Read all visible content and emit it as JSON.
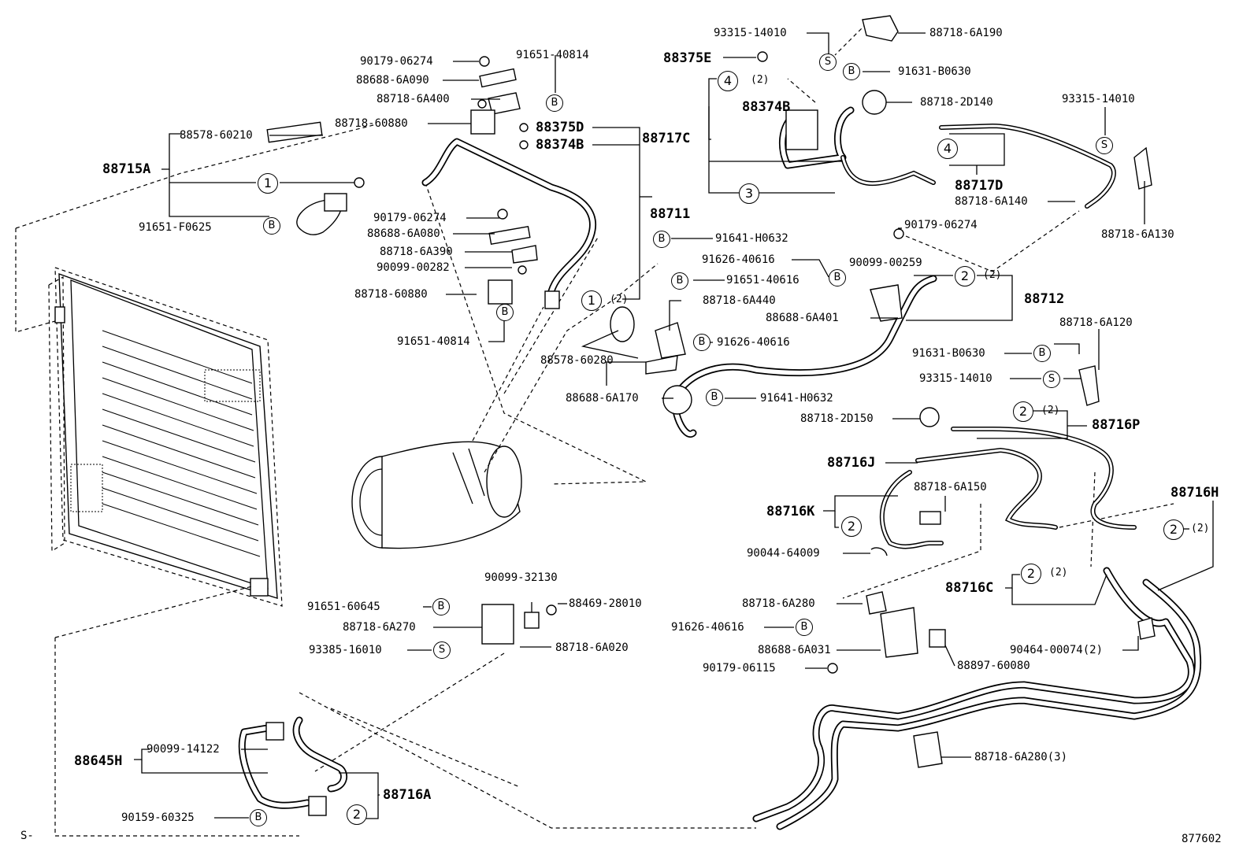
{
  "labels": {
    "l0": "93315-14010",
    "l1": "88718-6A190",
    "l2": "90179-06274",
    "l3": "91651-40814",
    "l4": "88375E",
    "l5": "88688-6A090",
    "l6": "91631-B0630",
    "l7": "88718-6A400",
    "l8": "88374B",
    "l9": "88718-2D140",
    "l10": "93315-14010",
    "l11": "88718-60880",
    "l12": "88375D",
    "l13": "88717C",
    "l14": "88578-60210",
    "l15": "88374B",
    "l16": "88715A",
    "l17": "88717D",
    "l18": "88718-6A140",
    "l19": "90179-06274",
    "l20": "88711",
    "l21": "88718-6A130",
    "l22": "91651-F0625",
    "l23": "88688-6A080",
    "l24": "91641-H0632",
    "l25": "90179-06274",
    "l26": "88718-6A390",
    "l27": "91626-40616",
    "l28": "90099-00259",
    "l29": "90099-00282",
    "l30": "91651-40616",
    "l31": "88712",
    "l32": "88718-60880",
    "l33": "88718-6A440",
    "l34": "88688-6A401",
    "l35": "88718-6A120",
    "l36": "91651-40814",
    "l37": "91626-40616",
    "l38": "91631-B0630",
    "l39": "88578-60280",
    "l40": "93315-14010",
    "l41": "88688-6A170",
    "l42": "91641-H0632",
    "l43": "88718-2D150",
    "l44": "88716P",
    "l45": "88716J",
    "l46": "88718-6A150",
    "l47": "88716H",
    "l48": "88716K",
    "l49": "90044-64009",
    "l50": "88716C",
    "l51": "90099-32130",
    "l52": "91651-60645",
    "l53": "88469-28010",
    "l54": "88718-6A280",
    "l55": "88718-6A270",
    "l56": "88718-6A020",
    "l57": "91626-40616",
    "l58": "90464-00074(2)",
    "l59": "93385-16010",
    "l60": "88688-6A031",
    "l61": "88897-60080",
    "l62": "90179-06115",
    "l63": "88718-6A280(3)",
    "l64": "90099-14122",
    "l65": "88645H",
    "l66": "88716A",
    "l67": "90159-60325",
    "l68": "S-",
    "l69": "877602"
  },
  "badges": {
    "b0": "S",
    "b1": "B",
    "b2": "4",
    "b3": "B",
    "b4": "4",
    "b5": "S",
    "b6": "1",
    "b7": "3",
    "b8": "B",
    "b9": "B",
    "b10": "B",
    "b11": "1",
    "b12": "B",
    "b13": "2",
    "b14": "B",
    "b15": "B",
    "b16": "B",
    "b17": "B",
    "b18": "S",
    "b19": "B",
    "b20": "2",
    "b21": "2",
    "b22": "2",
    "b23": "2",
    "b24": "B",
    "b25": "S",
    "b26": "B",
    "b27": "2",
    "b28": "B"
  },
  "qty": {
    "q0": "(2)",
    "q1": "(2)",
    "q2": "(2)",
    "q3": "(2)",
    "q4": "(2)",
    "q5": "(2)"
  }
}
